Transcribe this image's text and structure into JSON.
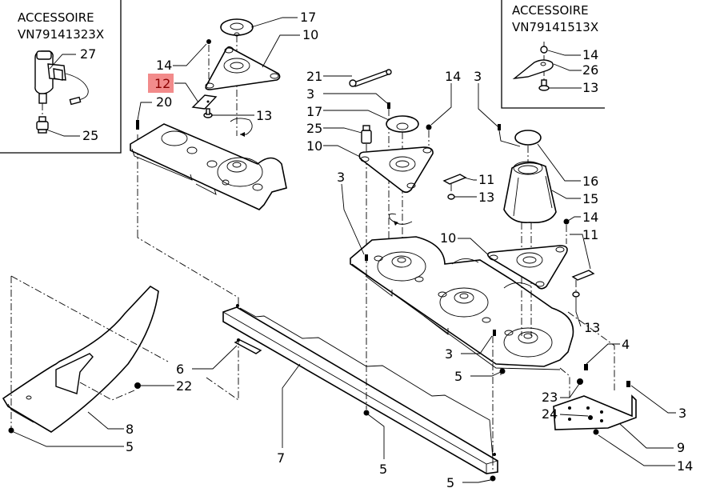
{
  "diagram": {
    "type": "exploded-parts-view",
    "highlight_color": "#f28b8b",
    "highlighted_callout": "12",
    "accessory_boxes": [
      {
        "title": "ACCESSOIRE",
        "ref": "VN79141323X",
        "callouts": [
          "27",
          "25"
        ]
      },
      {
        "title": "ACCESSOIRE",
        "ref": "VN79141513X",
        "callouts": [
          "14",
          "26",
          "13"
        ]
      }
    ],
    "callouts": {
      "c17a": "17",
      "c10a": "10",
      "c14a": "14",
      "c12": "12",
      "c20": "20",
      "c13a": "13",
      "c21": "21",
      "c3a": "3",
      "c17b": "17",
      "c25b": "25",
      "c10b": "10",
      "c14b": "14",
      "c3b": "3",
      "c11a": "11",
      "c13b": "13",
      "c16": "16",
      "c15": "15",
      "c3c": "3",
      "c14c": "14",
      "c10c": "10",
      "c11b": "11",
      "c13c": "13",
      "c3d": "3",
      "c5a": "5",
      "c4": "4",
      "c23": "23",
      "c24": "24",
      "c3e": "3",
      "c9": "9",
      "c14d": "14",
      "c6": "6",
      "c22": "22",
      "c8": "8",
      "c5b": "5",
      "c7": "7",
      "c5c": "5",
      "c5d": "5"
    }
  }
}
